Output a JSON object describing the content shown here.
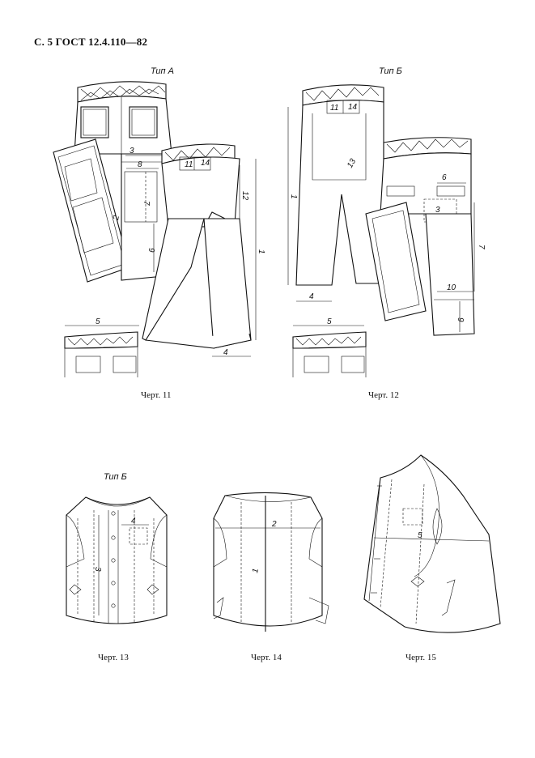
{
  "page": {
    "header": "С. 5 ГОСТ 12.4.110—82"
  },
  "figures": [
    {
      "caption": "Черт. 11",
      "type_label": "Тип А",
      "dims": {
        "d3": "3",
        "d8": "8",
        "d7": "7",
        "d2": "2",
        "d9": "9",
        "d11": "11",
        "d14": "14",
        "d12": "12",
        "d1": "1",
        "d4": "4",
        "d5": "5"
      }
    },
    {
      "caption": "Черт. 12",
      "type_label": "Тип Б",
      "dims": {
        "d11": "11",
        "d14": "14",
        "d13": "13",
        "d1": "1",
        "d4": "4",
        "d6": "6",
        "d3": "3",
        "d7": "7",
        "d10": "10",
        "d9": "9",
        "d5": "5"
      }
    },
    {
      "caption": "Черт. 13",
      "type_label": "Тип Б",
      "dims": {
        "d4": "4",
        "d3": "3"
      }
    },
    {
      "caption": "Черт. 14",
      "dims": {
        "d2": "2",
        "d1": "1"
      }
    },
    {
      "caption": "Черт. 15",
      "dims": {
        "d5": "5"
      }
    }
  ]
}
